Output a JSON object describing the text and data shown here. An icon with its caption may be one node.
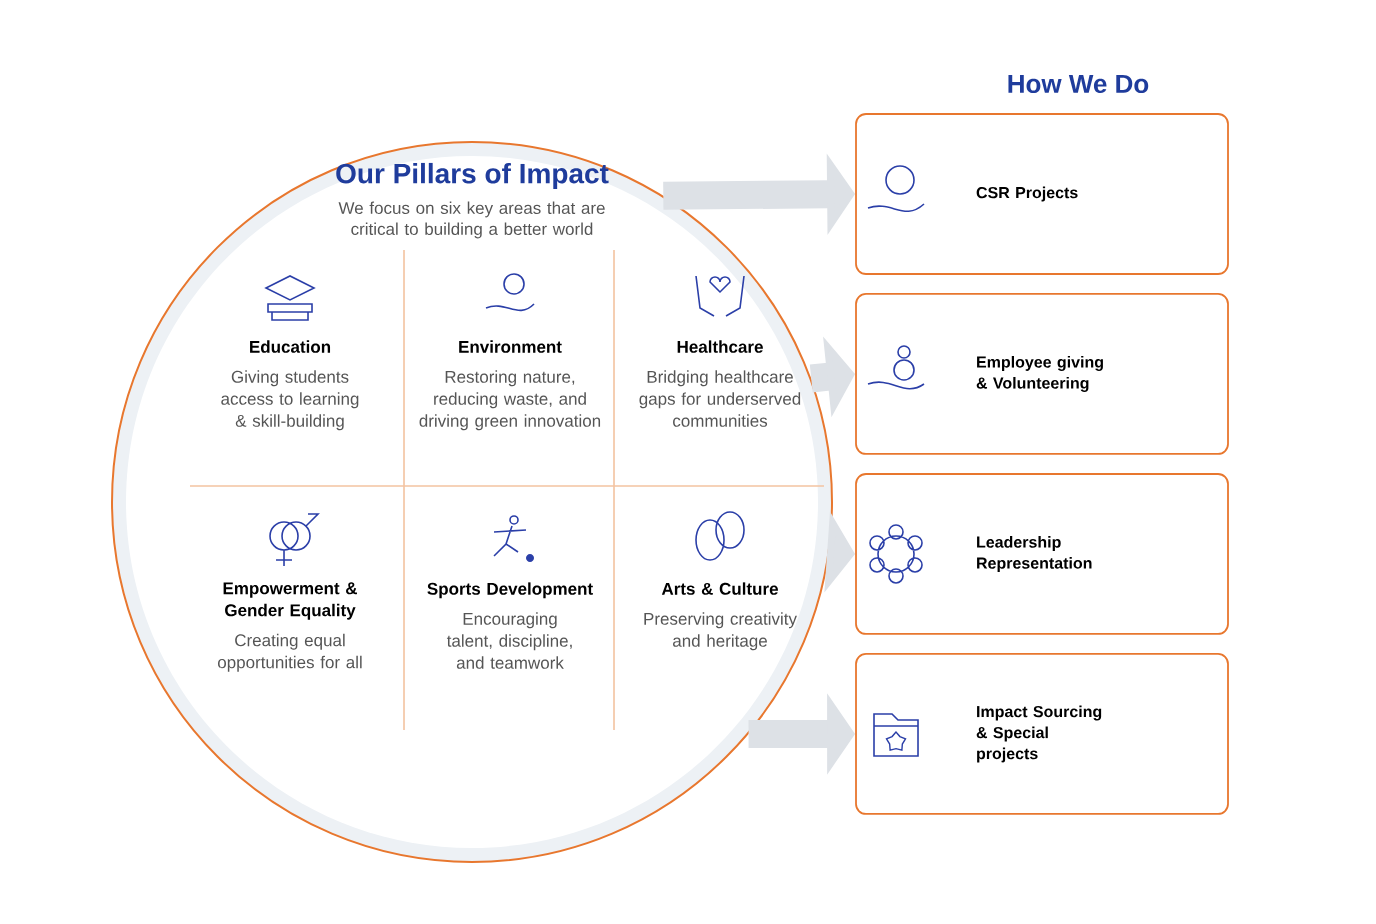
{
  "diagram": {
    "nodes": [
      {
        "text": [
          "Our Pillars of Impact",
          "We focus on six key areas that are critical to building a better world"
        ]
      },
      {
        "text": [
          "Education",
          "Giving students access to learning & skill-building"
        ],
        "in": 0
      },
      {
        "text": [
          "Environment",
          "Restoring nature, reducing waste, and driving green innovation"
        ],
        "in": 0
      },
      {
        "text": [
          "Healthcare",
          "Bridging healthcare gaps for underserved communities"
        ],
        "in": 0
      },
      {
        "text": [
          "Empowerment & Gender Equality",
          "Creating equal opportunities for all"
        ],
        "in": 0
      },
      {
        "text": [
          "Sports Development",
          "Encouraging talent, discipline, and teamwork"
        ],
        "in": 0
      },
      {
        "text": [
          "Arts & Culture",
          "Preserving creativity and heritage"
        ],
        "in": 0
      },
      {
        "text": [
          "CSR Projects"
        ]
      },
      {
        "text": [
          "Employee giving & Volunteering"
        ]
      },
      {
        "text": [
          "Leadership Representation"
        ]
      },
      {
        "text": [
          "Impact Sourcing & Special projects"
        ]
      }
    ],
    "edges": [
      {
        "from": 0,
        "to": 7,
        "arrow": "to"
      },
      {
        "from": 0,
        "to": 8,
        "arrow": "to"
      },
      {
        "from": 0,
        "to": 9,
        "arrow": "to"
      },
      {
        "from": 0,
        "to": 10,
        "arrow": "to"
      }
    ],
    "labels": [
      "How We Do"
    ]
  }
}
